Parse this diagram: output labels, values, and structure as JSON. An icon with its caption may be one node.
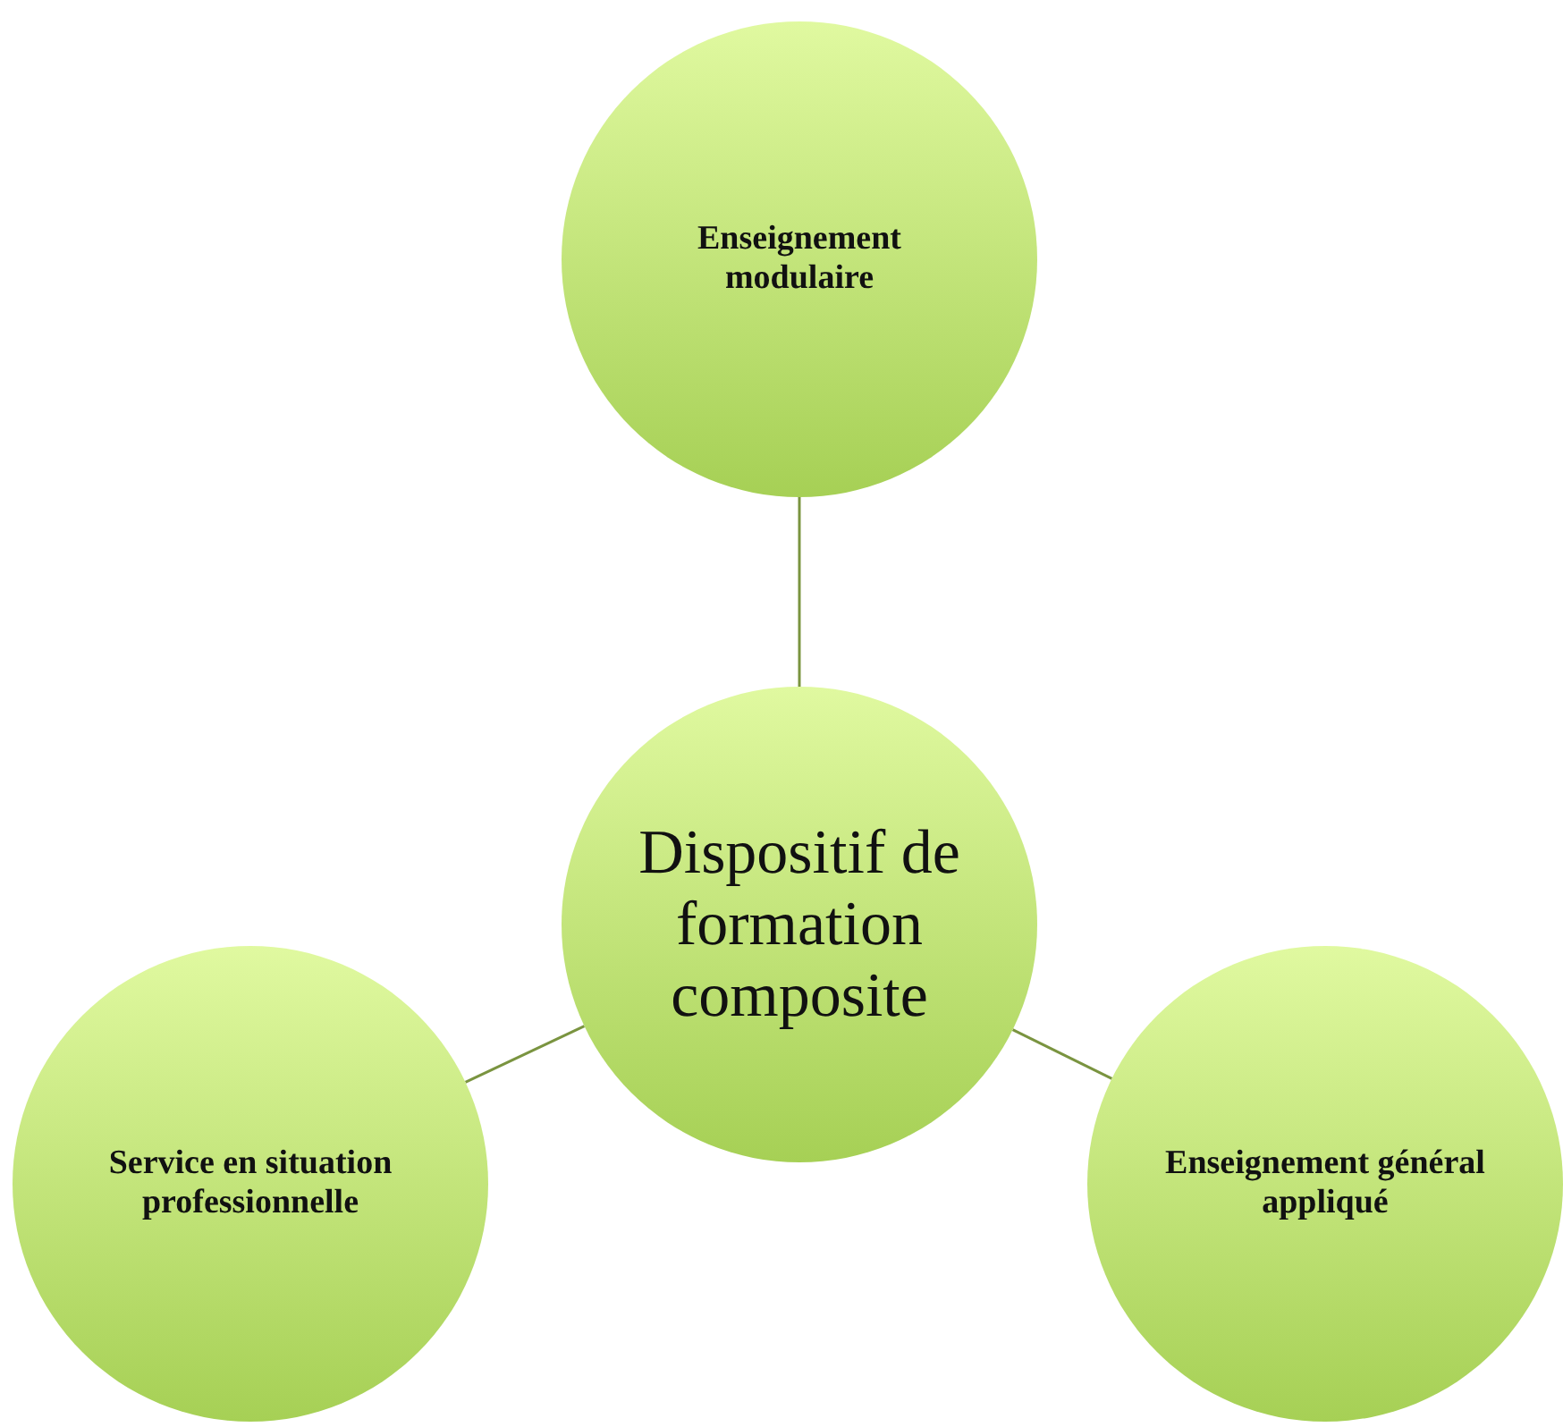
{
  "diagram": {
    "nodes": [
      {
        "text": [
          "Enseignement modulaire"
        ]
      },
      {
        "text": [
          "Dispositif de formation composite"
        ]
      },
      {
        "text": [
          "Service en situation professionnelle"
        ]
      },
      {
        "text": [
          "Enseignement général appliqué"
        ]
      }
    ],
    "edges": [
      {
        "from": 0,
        "to": 1,
        "arrow": "none"
      },
      {
        "from": 1,
        "to": 2,
        "arrow": "none"
      },
      {
        "from": 1,
        "to": 3,
        "arrow": "none"
      }
    ]
  }
}
